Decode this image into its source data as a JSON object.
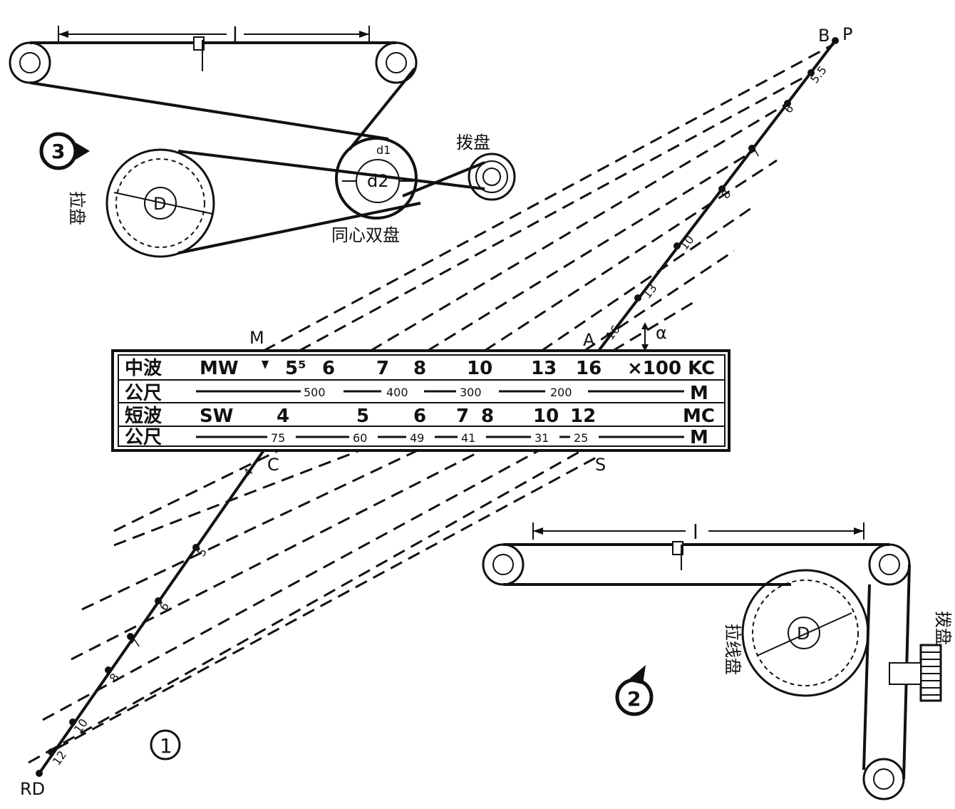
{
  "figure": {
    "marker_1": "①",
    "marker_2": "②",
    "marker_3": "③",
    "point_labels": {
      "m": "M",
      "a": "A",
      "b": "B",
      "p": "P",
      "c": "C",
      "s": "S",
      "rd": "RD",
      "alpha": "α"
    },
    "length_label": "l",
    "drum_label": "D",
    "d1_label": "d1",
    "d2_label": "d2"
  },
  "diagram3": {
    "dial_knob_label": "拨盘",
    "pulley_label": "拉盘",
    "double_pulley_label": "同心双盘"
  },
  "diagram2": {
    "dial_knob_label": "拨盘",
    "string_drum_label": "拉线盘"
  },
  "dial_scale": {
    "rows": [
      {
        "name": "中波",
        "band": "MW",
        "ticks": [
          "5⁵",
          "6",
          "7",
          "8",
          "10",
          "13",
          "16"
        ],
        "unit": "×100 KC"
      },
      {
        "name": "公尺",
        "band": "",
        "ticks": [
          "500",
          "400",
          "300",
          "200"
        ],
        "unit": "M"
      },
      {
        "name": "短波",
        "band": "SW",
        "ticks": [
          "4",
          "5",
          "6",
          "7",
          "8",
          "10",
          "12"
        ],
        "unit": "MC"
      },
      {
        "name": "公尺",
        "band": "",
        "ticks": [
          "75",
          "60",
          "49",
          "41",
          "31",
          "25"
        ],
        "unit": "M"
      }
    ]
  },
  "scale_AB": [
    "16",
    "13",
    "10",
    "8",
    "7",
    "6",
    "5.5"
  ],
  "scale_CRD": [
    "4",
    "5",
    "6",
    "7",
    "8",
    "10",
    "12"
  ]
}
